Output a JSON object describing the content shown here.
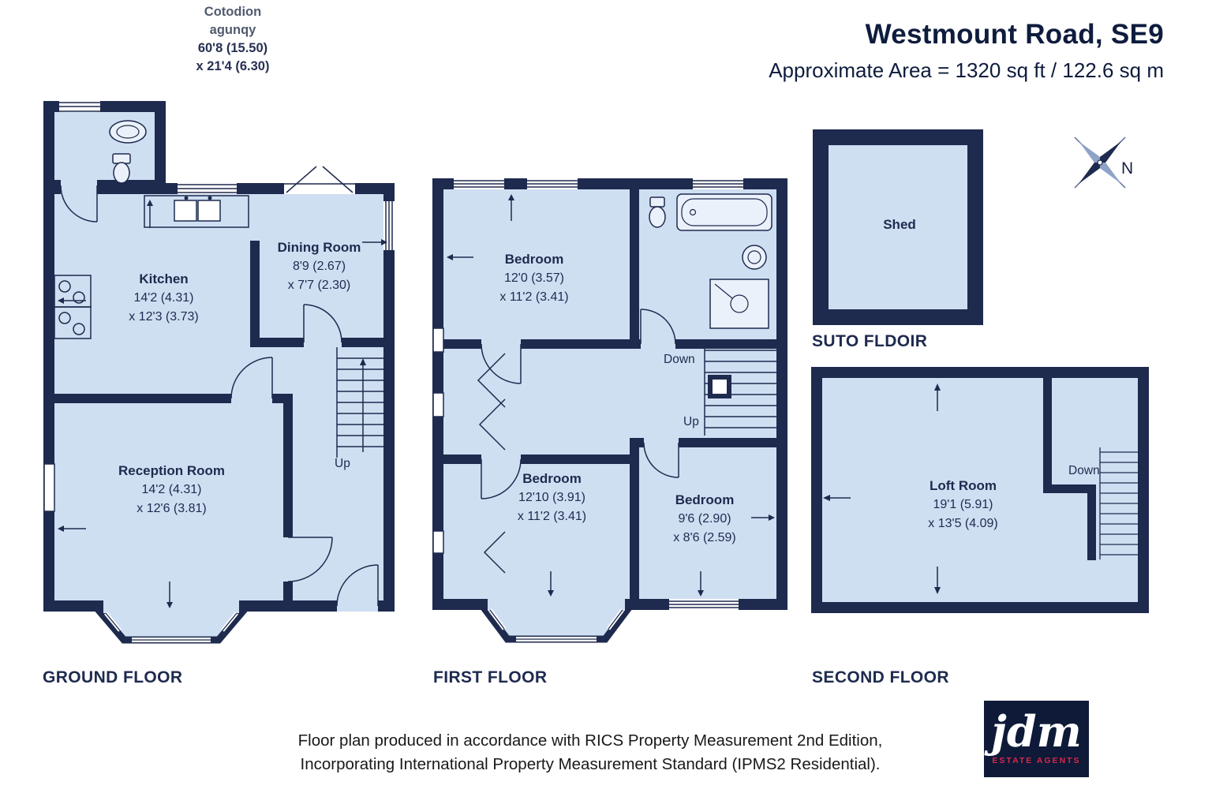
{
  "header": {
    "title": "Westmount Road, SE9",
    "subtitle": "Approximate Area = 1320 sq ft / 122.6 sq m"
  },
  "watermark": {
    "lines": [
      "Cotodion",
      "agunqy",
      "60'8 (15.50)",
      "x 21'4 (6.30)"
    ]
  },
  "compass": {
    "north_label": "N"
  },
  "floors": {
    "ground": {
      "label": "GROUND FLOOR",
      "stairs_up_label": "Up",
      "rooms": {
        "kitchen": {
          "name": "Kitchen",
          "dim1": "14'2 (4.31)",
          "dim2": "x 12'3 (3.73)"
        },
        "dining": {
          "name": "Dining Room",
          "dim1": "8'9 (2.67)",
          "dim2": "x 7'7 (2.30)"
        },
        "reception": {
          "name": "Reception Room",
          "dim1": "14'2 (4.31)",
          "dim2": "x 12'6 (3.81)"
        }
      }
    },
    "first": {
      "label": "FIRST FLOOR",
      "stairs_down_label": "Down",
      "stairs_up_label": "Up",
      "rooms": {
        "bedroom1": {
          "name": "Bedroom",
          "dim1": "12'0 (3.57)",
          "dim2": "x 11'2 (3.41)"
        },
        "bedroom2": {
          "name": "Bedroom",
          "dim1": "12'10 (3.91)",
          "dim2": "x 11'2 (3.41)"
        },
        "bedroom3": {
          "name": "Bedroom",
          "dim1": "9'6 (2.90)",
          "dim2": "x 8'6 (2.59)"
        }
      }
    },
    "second": {
      "label": "SECOND FLOOR",
      "outbuilding_label": "SUTO FLDOIR",
      "stairs_down_label": "Down",
      "rooms": {
        "shed": {
          "name": "Shed"
        },
        "loft": {
          "name": "Loft Room",
          "dim1": "19'1 (5.91)",
          "dim2": "x 13'5 (4.09)"
        }
      }
    }
  },
  "footer": {
    "line1": "Floor plan produced in accordance with RICS Property Measurement 2nd Edition,",
    "line2": "Incorporating International Property Measurement Standard (IPMS2 Residential).",
    "logo": {
      "brand": "jdm",
      "tagline": "ESTATE AGENTS"
    }
  },
  "colors": {
    "wall": "#1e2a4e",
    "room_fill": "#cfdff2",
    "accent_red": "#d9274b",
    "text": "#1e2a4e"
  }
}
